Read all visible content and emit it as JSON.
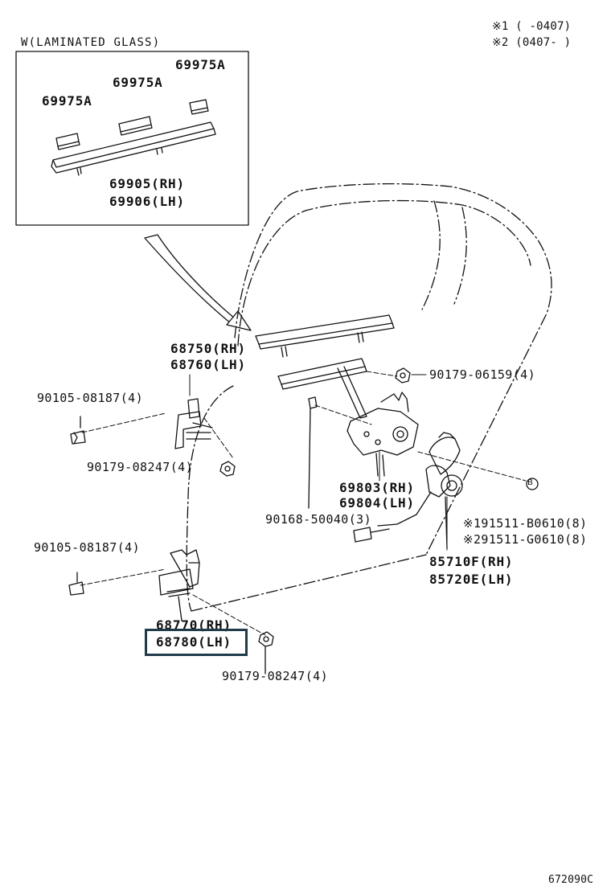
{
  "notes": {
    "note1": "※1 (       -0407)",
    "note2": "※2 (0407-       )"
  },
  "inset": {
    "title": "W(LAMINATED GLASS)",
    "parts": {
      "a1": "69975A",
      "a2": "69975A",
      "a3": "69975A",
      "rh": "69905(RH)",
      "lh": "69906(LH)"
    }
  },
  "parts": {
    "channel_rh": "68750(RH)",
    "channel_lh": "68760(LH)",
    "bolt_upper": "90105-08187(4)",
    "nut_upper": "90179-08247(4)",
    "nut_regulator": "90179-06159(4)",
    "regulator_rh": "69803(RH)",
    "regulator_lh": "69804(LH)",
    "bolt_regulator": "90168-50040(3)",
    "screw_1": "※191511-B0610(8)",
    "screw_2": "※291511-G0610(8)",
    "screw_marker": "B",
    "motor_rh": "85710F(RH)",
    "motor_lh": "85720E(LH)",
    "bolt_lower": "90105-08187(4)",
    "lower_rh": "68770(RH)",
    "lower_lh": "68780(LH)",
    "nut_lower": "90179-08247(4)"
  },
  "highlight": {
    "part": "68780(LH)",
    "color": "#213b4b"
  },
  "footer": {
    "diagram_code": "672090C"
  }
}
